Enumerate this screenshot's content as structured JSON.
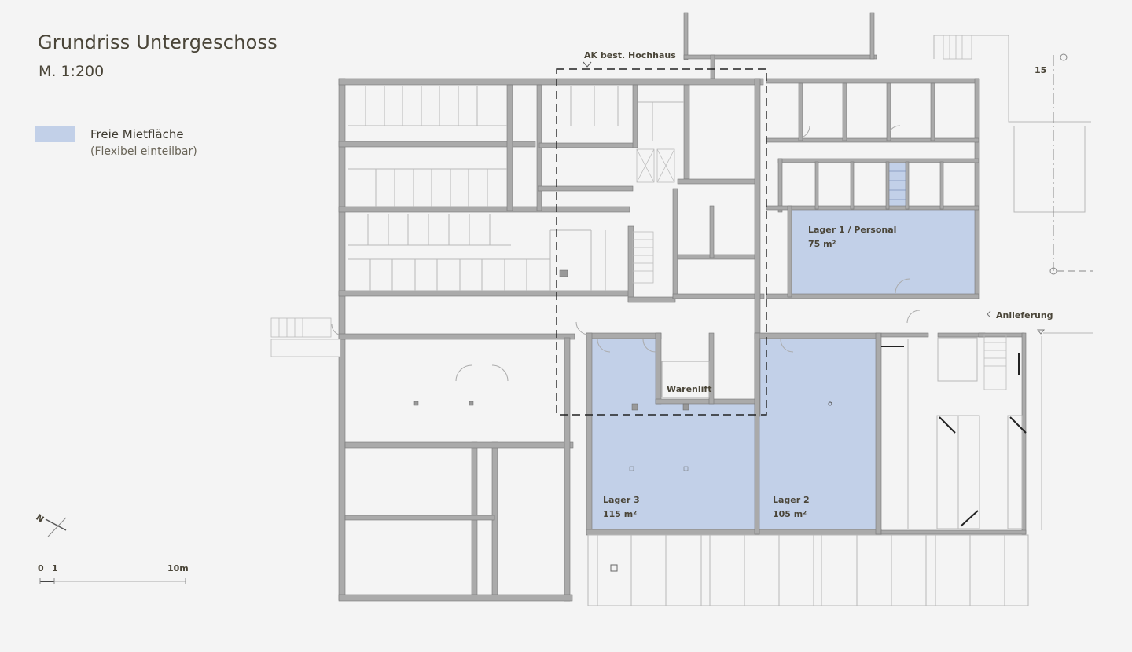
{
  "header": {
    "title": "Grundriss Untergeschoss",
    "scale": "M. 1:200"
  },
  "legend": {
    "label": "Freie Mietfläche",
    "sublabel": "(Flexibel einteilbar)",
    "color": "#c2d0e8"
  },
  "scalebar": {
    "tick0": "0",
    "tick1": "1",
    "tick10": "10m"
  },
  "north_arrow": {
    "label": "N"
  },
  "annotations": {
    "existing_building": "AK best. Hochhaus",
    "delivery": "Anlieferung",
    "lift": "Warenlift",
    "plot_number": "15"
  },
  "rooms": [
    {
      "name": "Lager 1 / Personal",
      "area": "75 m²"
    },
    {
      "name": "Lager 2",
      "area": "105 m²"
    },
    {
      "name": "Lager 3",
      "area": "115 m²"
    }
  ],
  "colors": {
    "wall": "#a9a9a9",
    "wall_stroke": "#6e6e6e",
    "rental_area": "#c2d0e8",
    "background": "#f4f4f4",
    "text": "#4a4538"
  }
}
